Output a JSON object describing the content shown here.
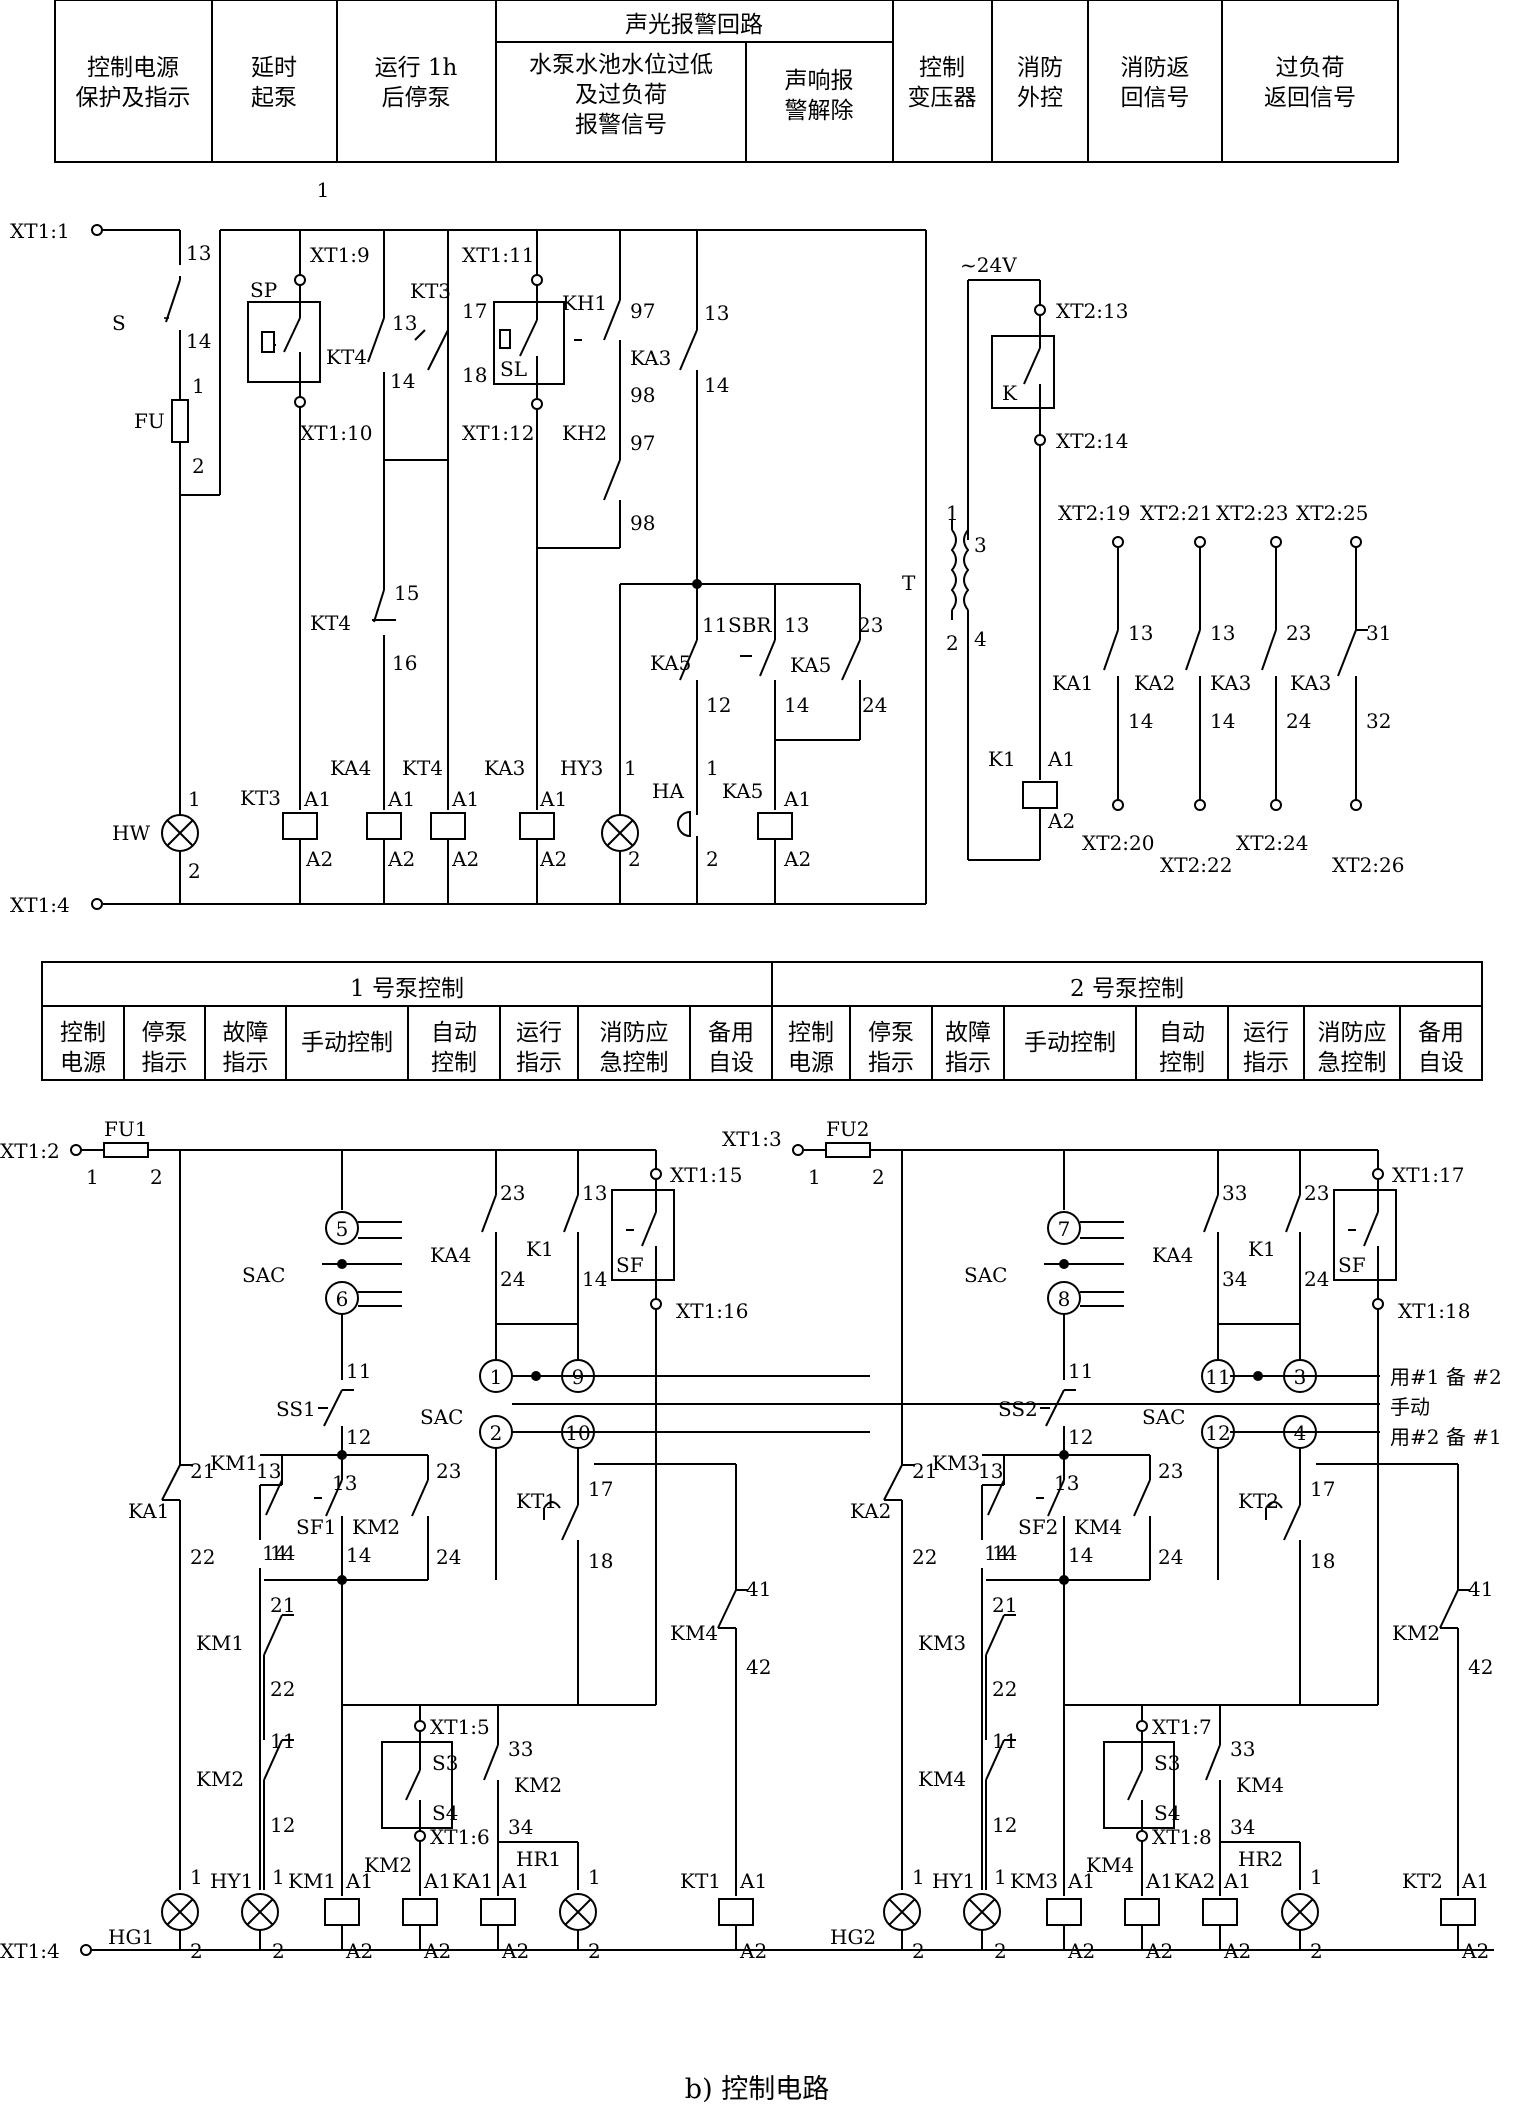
{
  "top": {
    "group_header": "声光报警回路",
    "headers": [
      "控制电源\n保护及指示",
      "延时\n起泵",
      "运行 1h\n后停泵",
      "水泵水池水位过低\n及过负荷\n报警信号",
      "声响报\n警解除",
      "控制\n变压器",
      "消防\n外控",
      "消防返\n回信号",
      "过负荷\n返回信号"
    ],
    "marker": "1",
    "terminals": {
      "t1": "XT1:1",
      "t4": "XT1:4",
      "t9": "XT1:9",
      "t10": "XT1:10",
      "t11": "XT1:11",
      "t12": "XT1:12",
      "x13": "XT2:13",
      "x14": "XT2:14",
      "x19": "XT2:19",
      "x20": "XT2:20",
      "x21": "XT2:21",
      "x22": "XT2:22",
      "x23": "XT2:23",
      "x24": "XT2:24",
      "x25": "XT2:25",
      "x26": "XT2:26"
    },
    "supply": "~24V",
    "labels": {
      "S": "S",
      "FU": "FU",
      "HW": "HW",
      "SP": "SP",
      "KT3": "KT3",
      "KT4": "KT4",
      "KH1": "KH1",
      "KH2": "KH2",
      "SL": "SL",
      "KA3": "KA3",
      "KA4": "KA4",
      "KA5": "KA5",
      "SBR": "SBR",
      "HY3": "HY3",
      "HA": "HA",
      "T": "T",
      "K": "K",
      "K1": "K1",
      "KA1": "KA1",
      "KA2": "KA2"
    },
    "pins": {
      "A1": "A1",
      "A2": "A2",
      "n1": "1",
      "n2": "2",
      "n3": "3",
      "n4": "4",
      "n11": "11",
      "n12": "12",
      "n13": "13",
      "n14": "14",
      "n15": "15",
      "n16": "16",
      "n17": "17",
      "n18": "18",
      "n23": "23",
      "n24": "24",
      "n31": "31",
      "n32": "32",
      "n97": "97",
      "n98": "98"
    }
  },
  "bottom": {
    "group1": "1 号泵控制",
    "group2": "2 号泵控制",
    "headers": [
      "控制\n电源",
      "停泵\n指示",
      "故障\n指示",
      "手动控制",
      "自动\n控制",
      "运行\n指示",
      "消防应\n急控制",
      "备用\n自设"
    ],
    "terminals": {
      "t2": "XT1:2",
      "t3": "XT1:3",
      "t4": "XT1:4",
      "t5": "XT1:5",
      "t6": "XT1:6",
      "t7": "XT1:7",
      "t8": "XT1:8",
      "t15": "XT1:15",
      "t16": "XT1:16",
      "t17": "XT1:17",
      "t18": "XT1:18"
    },
    "labels": {
      "FU1": "FU1",
      "FU2": "FU2",
      "SAC": "SAC",
      "SS1": "SS1",
      "SS2": "SS2",
      "SF": "SF",
      "SF1": "SF1",
      "SF2": "SF2",
      "K1": "K1",
      "KA1": "KA1",
      "KA2": "KA2",
      "KA4": "KA4",
      "KM1": "KM1",
      "KM2": "KM2",
      "KM3": "KM3",
      "KM4": "KM4",
      "KT1": "KT1",
      "KT2": "KT2",
      "S3": "S3",
      "S4": "S4",
      "HG1": "HG1",
      "HG2": "HG2",
      "HY1": "HY1",
      "HR1": "HR1",
      "HR2": "HR2"
    },
    "sac_positions": [
      "5",
      "6",
      "7",
      "8",
      "1",
      "9",
      "2",
      "10",
      "11",
      "3",
      "12",
      "4"
    ],
    "modes": [
      "用#1 备 #2",
      "手动",
      "用#2 备 #1"
    ],
    "pins": {
      "A1": "A1",
      "A2": "A2",
      "n1": "1",
      "n2": "2",
      "n11": "11",
      "n12": "12",
      "n13": "13",
      "n14": "14",
      "n17": "17",
      "n18": "18",
      "n21": "21",
      "n22": "22",
      "n23": "23",
      "n24": "24",
      "n33": "33",
      "n34": "34",
      "n41": "41",
      "n42": "42"
    }
  },
  "caption": "b) 控制电路"
}
